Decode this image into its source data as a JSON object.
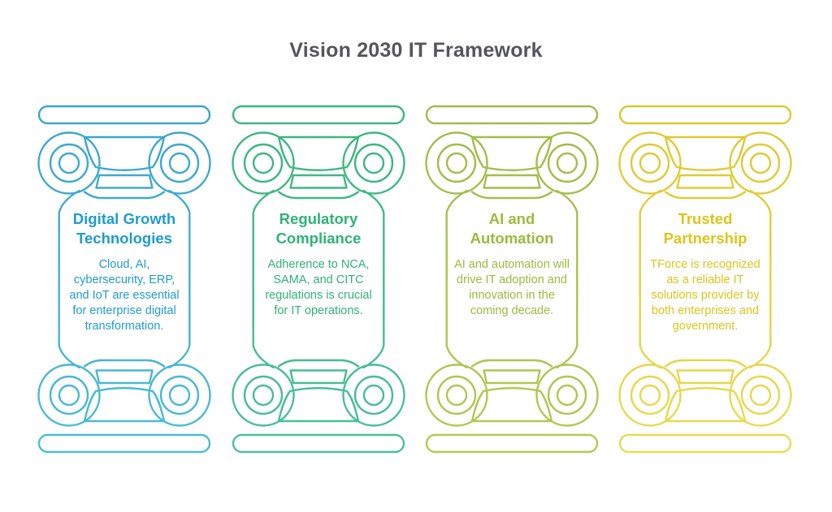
{
  "page": {
    "title": "Vision 2030 IT Framework",
    "title_color": "#54565B",
    "background_color": "#FFFFFF"
  },
  "pillars": [
    {
      "title": "Digital Growth Technologies",
      "description": "Cloud, AI, cybersecurity, ERP, and IoT are essential for enterprise digital transformation.",
      "text_color": "#1F9CCD",
      "line_color_top": "#3BA4CC",
      "line_color_bottom": "#4CBDD3",
      "icon": "classical-column-icon"
    },
    {
      "title": "Regulatory Compliance",
      "description": "Adherence to NCA, SAMA, and CITC regulations is crucial for IT operations.",
      "text_color": "#2EB377",
      "line_color_top": "#3CB57F",
      "line_color_bottom": "#4AC096",
      "icon": "classical-column-icon"
    },
    {
      "title": "AI and Automation",
      "description": "AI and automation will drive IT adoption and innovation in the coming decade.",
      "text_color": "#9BBA3D",
      "line_color_top": "#A0BB49",
      "line_color_bottom": "#B5C854",
      "icon": "classical-column-icon"
    },
    {
      "title": "Trusted Partnership",
      "description": "TForce is recognized as a reliable IT solutions provider by both enterprises and government.",
      "text_color": "#DDC51A",
      "line_color_top": "#DCC72F",
      "line_color_bottom": "#E9DC52",
      "icon": "classical-column-icon"
    }
  ]
}
